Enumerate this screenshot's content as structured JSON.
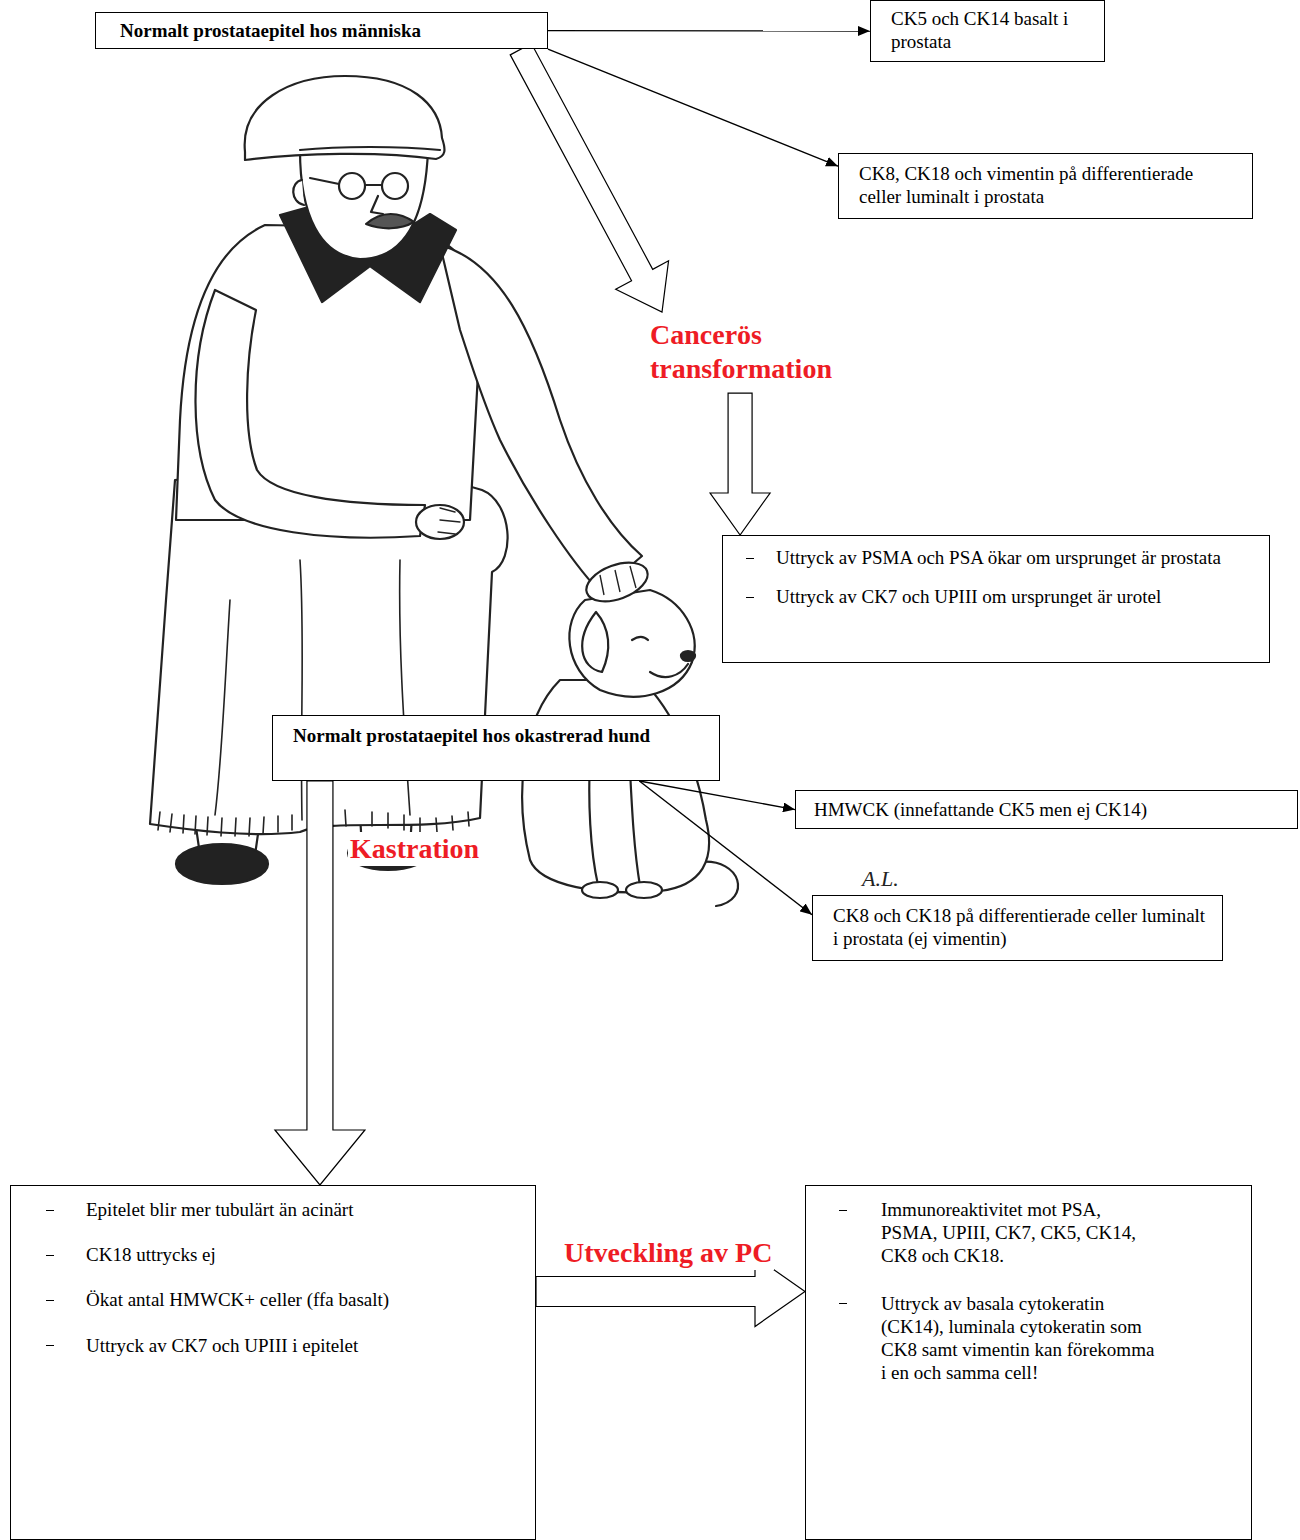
{
  "diagram": {
    "nodes": [
      {
        "text": [
          "Normalt prostataepitel hos människa"
        ]
      },
      {
        "text": [
          "CK5 och CK14 basalt i prostata"
        ]
      },
      {
        "text": [
          "CK8, CK18 och vimentin på differentierade celler luminalt i prostata"
        ]
      },
      {
        "text": [
          "Uttryck av PSMA och PSA ökar om ursprunget är prostata",
          "Uttryck av CK7 och UPIII om ursprunget är urotel"
        ]
      },
      {
        "text": [
          "Normalt prostataepitel hos okastrerad hund"
        ]
      },
      {
        "text": [
          "HMWCK (innefattande CK5 men ej CK14)"
        ]
      },
      {
        "text": [
          "CK8 och CK18 på differentierade celler luminalt i prostata (ej vimentin)"
        ]
      },
      {
        "text": [
          "Epitelet blir mer tubulärt än acinärt",
          "CK18 uttrycks ej",
          "Ökat antal HMWCK+ celler (ffa basalt)",
          "Uttryck av CK7 och UPIII i epitelet"
        ]
      },
      {
        "text": [
          "Immunoreaktivitet mot PSA, PSMA, UPIII, CK7, CK5, CK14, CK8 och CK18.",
          "Uttryck av basala cytokeratin (CK14), luminala cytokeratin som CK8 samt vimentin kan förekomma i en och samma cell!"
        ]
      }
    ],
    "edges": [
      {
        "from": 0,
        "to": 1,
        "arrow": "to"
      },
      {
        "from": 0,
        "to": 2,
        "arrow": "to"
      },
      {
        "from": 0,
        "to": 3,
        "arrow": "to",
        "label": "Cancerös transformation"
      },
      {
        "from": 4,
        "to": 5,
        "arrow": "to"
      },
      {
        "from": 4,
        "to": 6,
        "arrow": "to"
      },
      {
        "from": 4,
        "to": 7,
        "arrow": "to",
        "label": "Kastration"
      },
      {
        "from": 7,
        "to": 8,
        "arrow": "to",
        "label": "Utveckling av PC"
      }
    ],
    "labels": [
      "A.L."
    ]
  }
}
